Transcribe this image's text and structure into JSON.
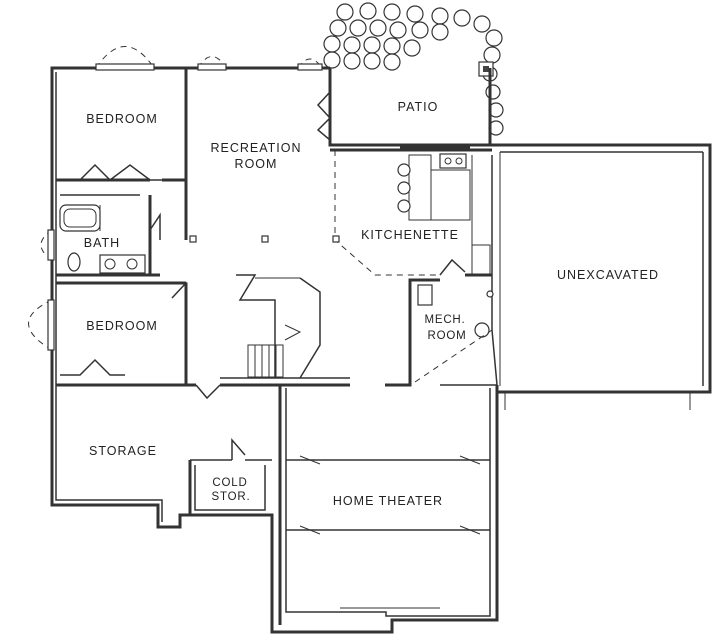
{
  "rooms": {
    "bedroom_top": "BEDROOM",
    "recreation_line1": "RECREATION",
    "recreation_line2": "ROOM",
    "patio": "PATIO",
    "kitchenette": "KITCHENETTE",
    "bath": "BATH",
    "unexcavated": "UNEXCAVATED",
    "mech_line1": "MECH.",
    "mech_line2": "ROOM",
    "bedroom_bottom": "BEDROOM",
    "storage": "STORAGE",
    "cold_line1": "COLD",
    "cold_line2": "STOR.",
    "home_theater": "HOME THEATER"
  }
}
